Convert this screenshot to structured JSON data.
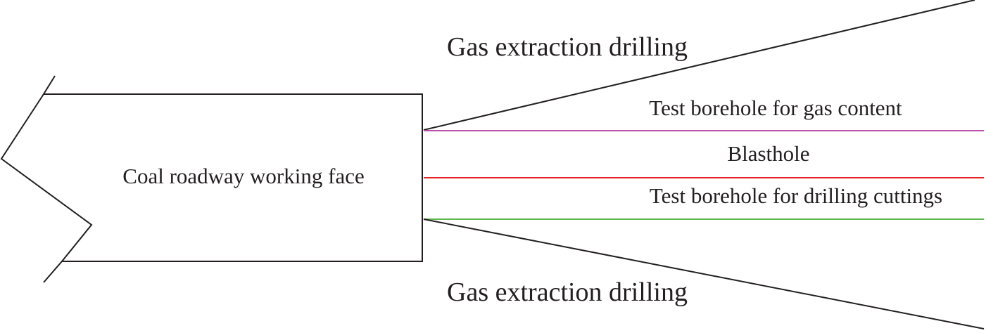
{
  "labels": {
    "roadway": "Coal roadway working face",
    "gas_extraction_top": "Gas extraction drilling",
    "gas_extraction_bottom": "Gas extraction drilling",
    "test_gas_content": "Test borehole for gas content",
    "blasthole": "Blasthole",
    "test_drilling_cuttings": "Test borehole for drilling cuttings"
  },
  "colors": {
    "outline": "#231f20",
    "gas_content_line": "#b94fa8",
    "blasthole_line": "#e8202a",
    "drilling_cuttings_line": "#5cb84a"
  }
}
